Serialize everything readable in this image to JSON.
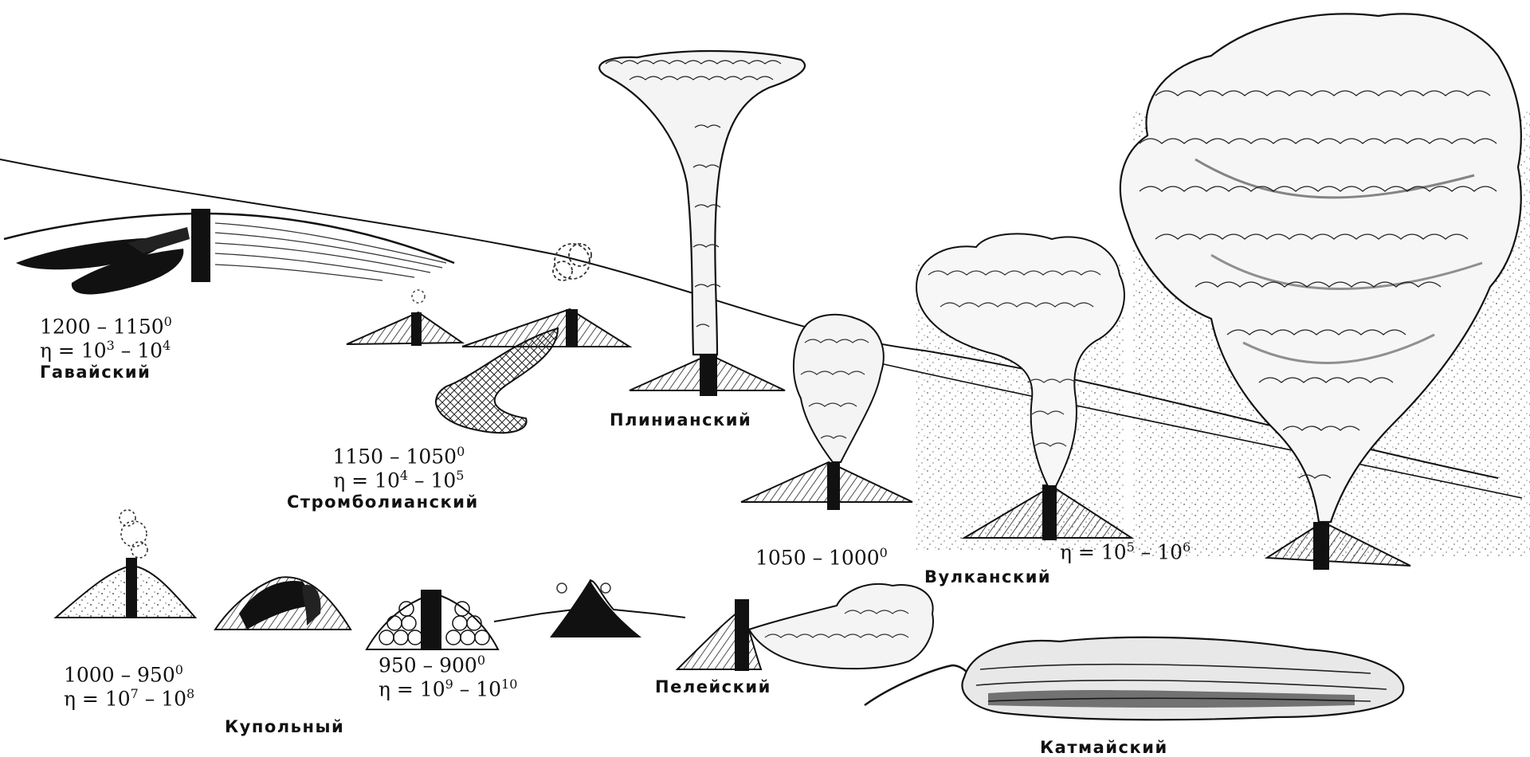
{
  "palette": {
    "ink": "#111111",
    "paper": "#ffffff",
    "cloud": "#f4f4f4"
  },
  "types": [
    {
      "id": "hawaiian",
      "name": "Гавайский",
      "temp": "1200 – 1150",
      "temp_sup": "0",
      "visc": "η = 10",
      "visc_sup_a": "3",
      "visc_mid": " – 10",
      "visc_sup_b": "4"
    },
    {
      "id": "strombolian",
      "name": "Стромболианский",
      "temp": "1150 – 1050",
      "temp_sup": "0",
      "visc": "η = 10",
      "visc_sup_a": "4",
      "visc_mid": " – 10",
      "visc_sup_b": "5"
    },
    {
      "id": "plinian",
      "name": "Плинианский"
    },
    {
      "id": "vulcanian",
      "name": "Вулканский",
      "temp": "1050 – 1000",
      "temp_sup": "0",
      "visc": "η = 10",
      "visc_sup_a": "5",
      "visc_mid": " – 10",
      "visc_sup_b": "6"
    },
    {
      "id": "dome",
      "name": "Купольный",
      "temp": "1000 – 950",
      "temp_sup": "0",
      "visc": "η = 10",
      "visc_sup_a": "7",
      "visc_mid": " – 10",
      "visc_sup_b": "8"
    },
    {
      "id": "extrusive",
      "temp": "950 – 900",
      "temp_sup": "0",
      "visc": "η = 10",
      "visc_sup_a": "9",
      "visc_mid": " – 10",
      "visc_sup_b": "10"
    },
    {
      "id": "pelean",
      "name": "Пелейский"
    },
    {
      "id": "katmai",
      "name": "Катмайский"
    }
  ]
}
